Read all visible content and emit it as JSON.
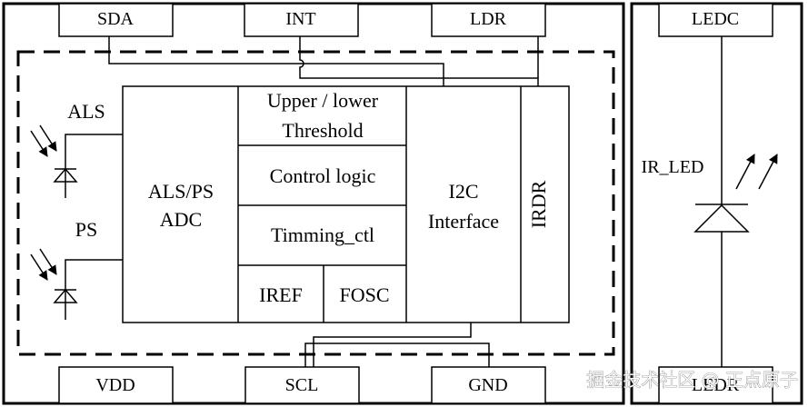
{
  "pins": {
    "sda": "SDA",
    "int": "INT",
    "ldr": "LDR",
    "ledc": "LEDC",
    "vdd": "VDD",
    "scl": "SCL",
    "gnd": "GND",
    "ledr": "LEDR"
  },
  "sensors": {
    "als": "ALS",
    "ps": "PS"
  },
  "blocks": {
    "adc_line1": "ALS/PS",
    "adc_line2": "ADC",
    "threshold_line1": "Upper / lower",
    "threshold_line2": "Threshold",
    "control_logic": "Control logic",
    "timing": "Timming_ctl",
    "iref": "IREF",
    "fosc": "FOSC",
    "i2c_line1": "I2C",
    "i2c_line2": "Interface",
    "irdr": "IRDR"
  },
  "ir_led": "IR_LED",
  "watermark": "掘金技术社区 @ 正点原子"
}
